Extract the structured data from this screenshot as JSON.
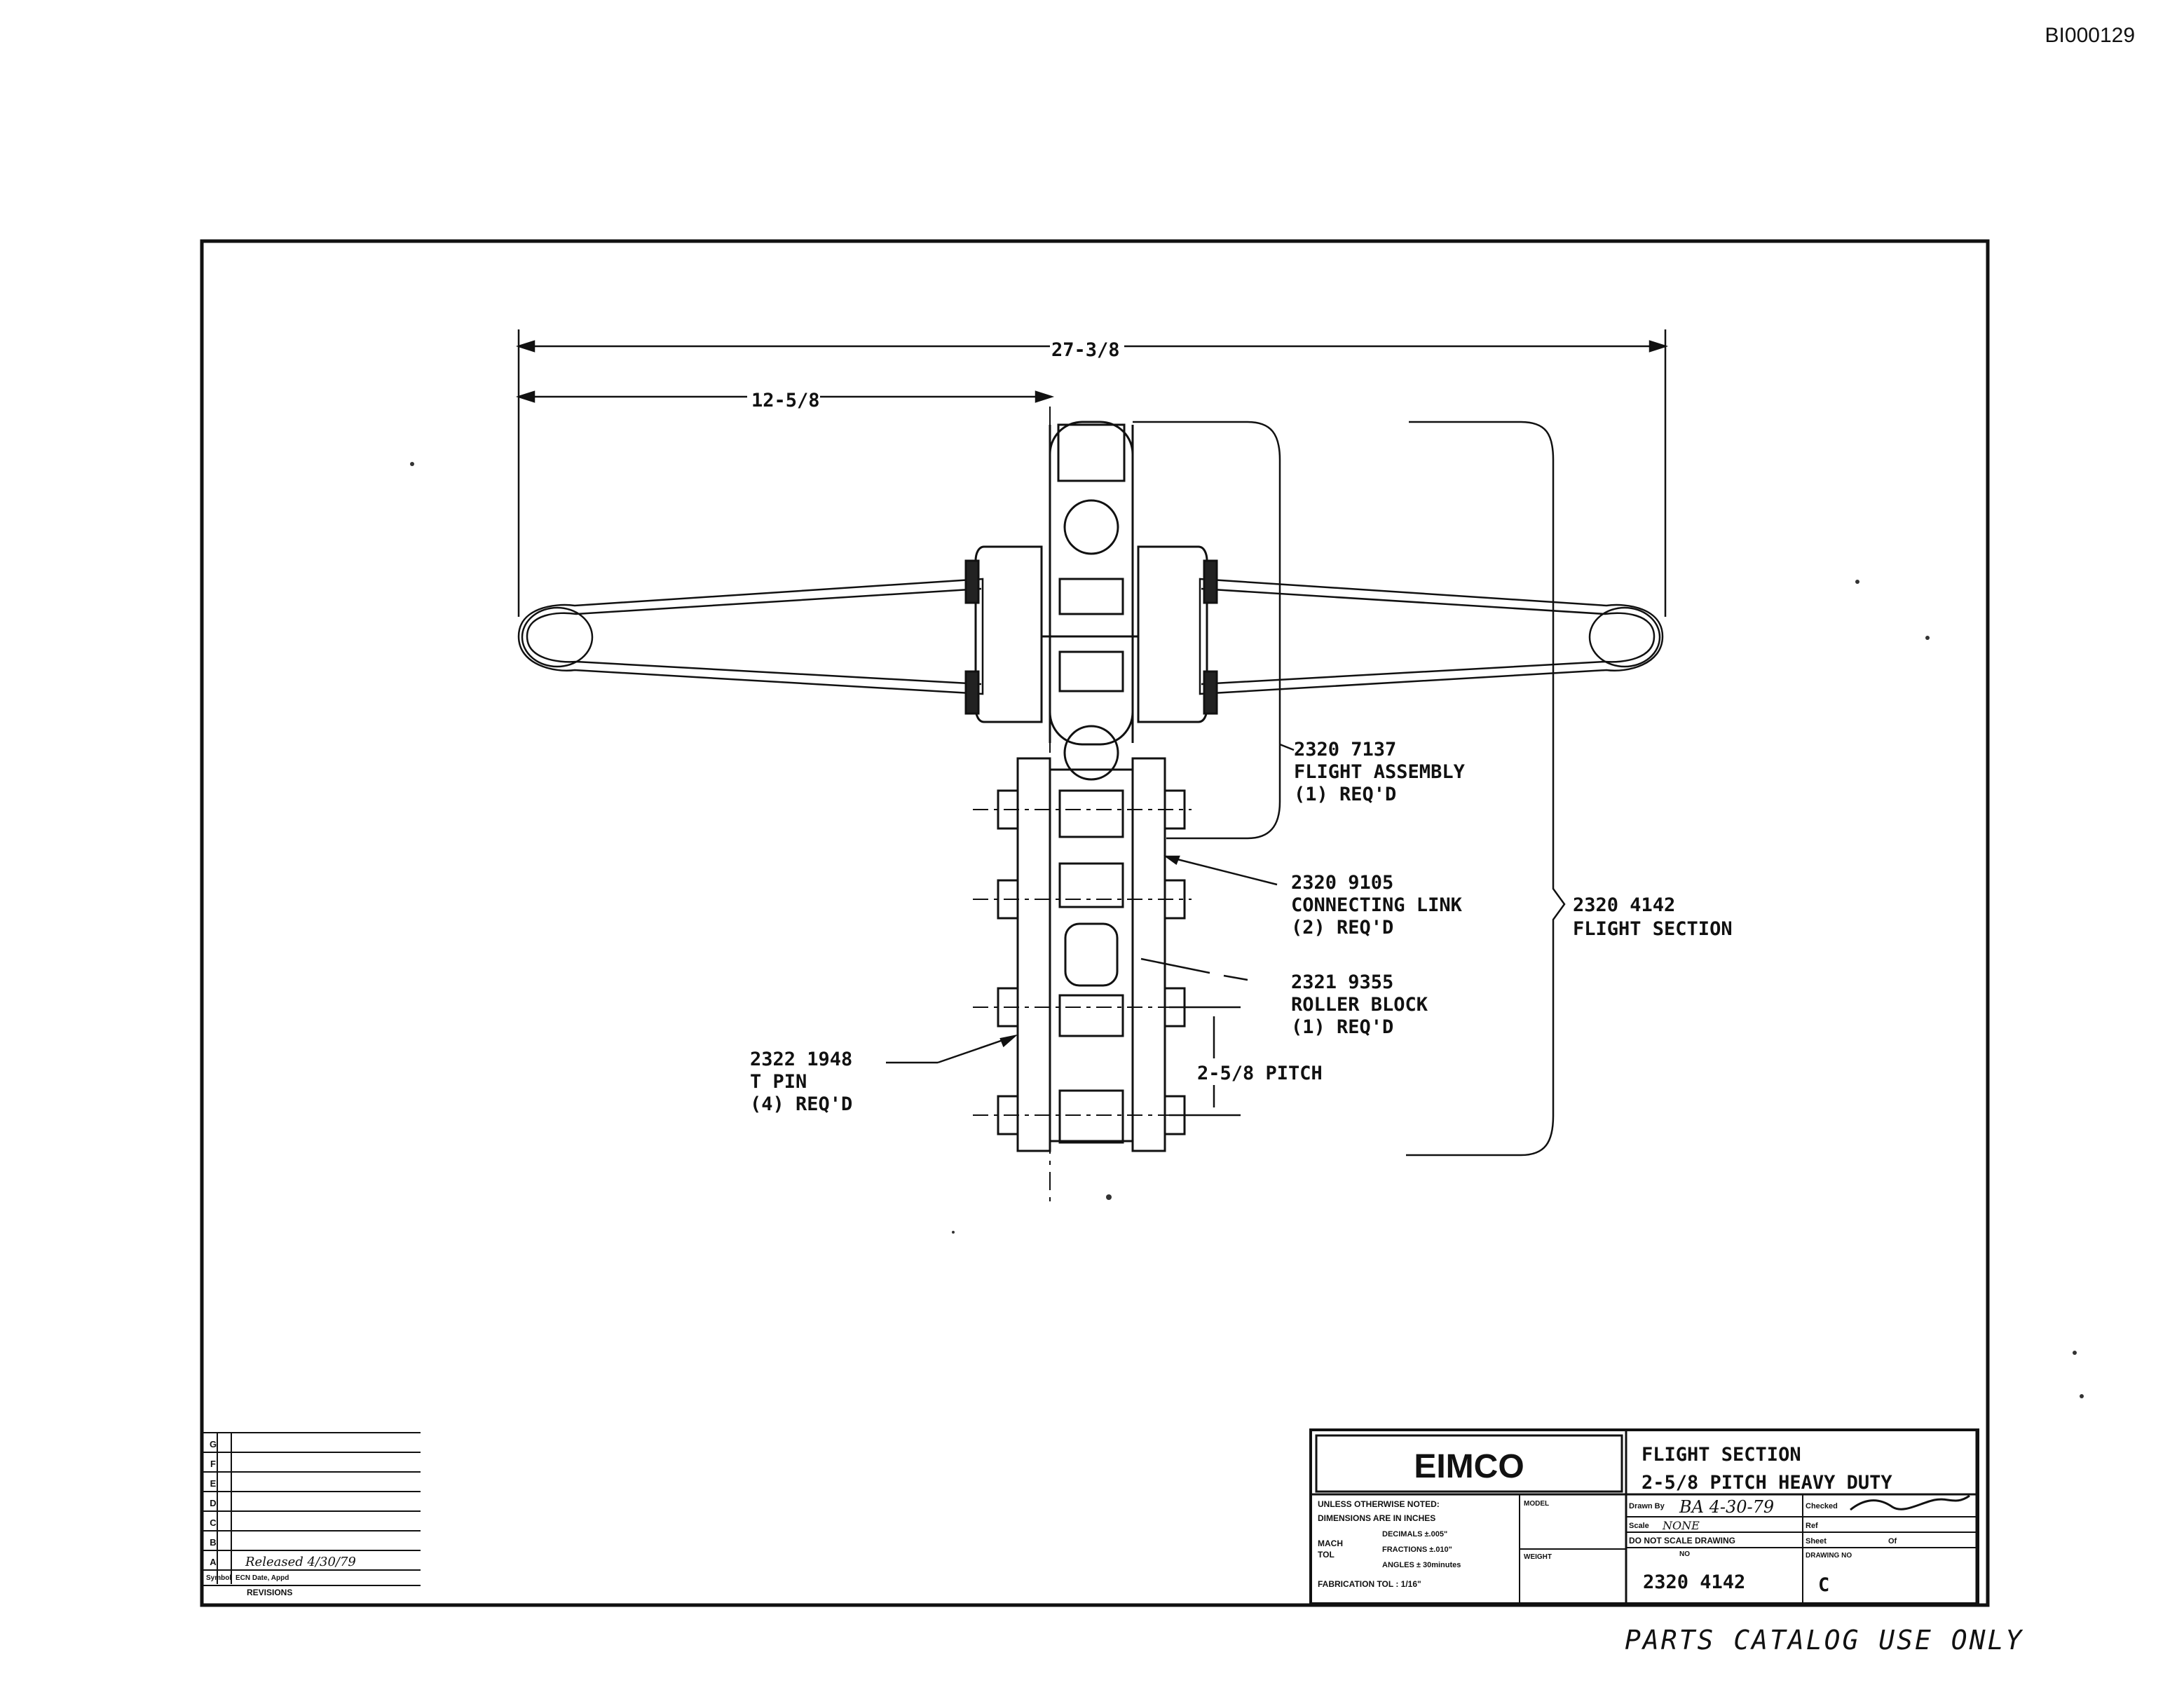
{
  "document_id": "BI000129",
  "footer_note": "PARTS CATALOG USE ONLY",
  "dimensions": {
    "overall_width": "27-3/8",
    "half_width": "12-5/8",
    "pitch": "2-5/8 PITCH"
  },
  "callouts": {
    "flight_assembly": {
      "part": "2320 7137",
      "name": "FLIGHT ASSEMBLY",
      "qty": "(1) REQ'D"
    },
    "connecting_link": {
      "part": "2320 9105",
      "name": "CONNECTING LINK",
      "qty": "(2) REQ'D"
    },
    "roller_block": {
      "part": "2321 9355",
      "name": "ROLLER BLOCK",
      "qty": "(1) REQ'D"
    },
    "t_pin": {
      "part": "2322 1948",
      "name": "T PIN",
      "qty": "(4) REQ'D"
    },
    "flight_section": {
      "part": "2320 4142",
      "name": "FLIGHT SECTION"
    }
  },
  "title_block": {
    "company": "EIMCO",
    "title_line1": "FLIGHT SECTION",
    "title_line2": "2-5/8 PITCH HEAVY DUTY",
    "unless_noted": "UNLESS OTHERWISE NOTED:",
    "dims_in_inches": "DIMENSIONS ARE IN INCHES",
    "mach": "MACH",
    "tol": "TOL",
    "decimals": "DECIMALS ±.005\"",
    "fractions": "FRACTIONS ±.010\"",
    "angles": "ANGLES ± 30minutes",
    "fabrication_tol": "FABRICATION TOL : 1/16\"",
    "model_label": "MODEL",
    "weight_label": "WEIGHT",
    "drawn_by_label": "Drawn By",
    "drawn_by_value": "BA 4-30-79",
    "checked_label": "Checked",
    "scale_label": "Scale",
    "scale_value": "NONE",
    "ref_label": "Ref",
    "do_not_scale": "DO NOT SCALE DRAWING",
    "sheet_label": "Sheet",
    "of_label": "Of",
    "no_label": "NO",
    "drawing_no_label": "DRAWING NO",
    "drawing_no": "2320 4142",
    "revision": "C"
  },
  "revisions": {
    "letters": [
      "G",
      "F",
      "E",
      "D",
      "C",
      "B",
      "A"
    ],
    "symbol_label": "Symbol",
    "ecn_label": "ECN Date, Appd",
    "revisions_label": "REVISIONS",
    "a_entry": "Released 4/30/79"
  }
}
